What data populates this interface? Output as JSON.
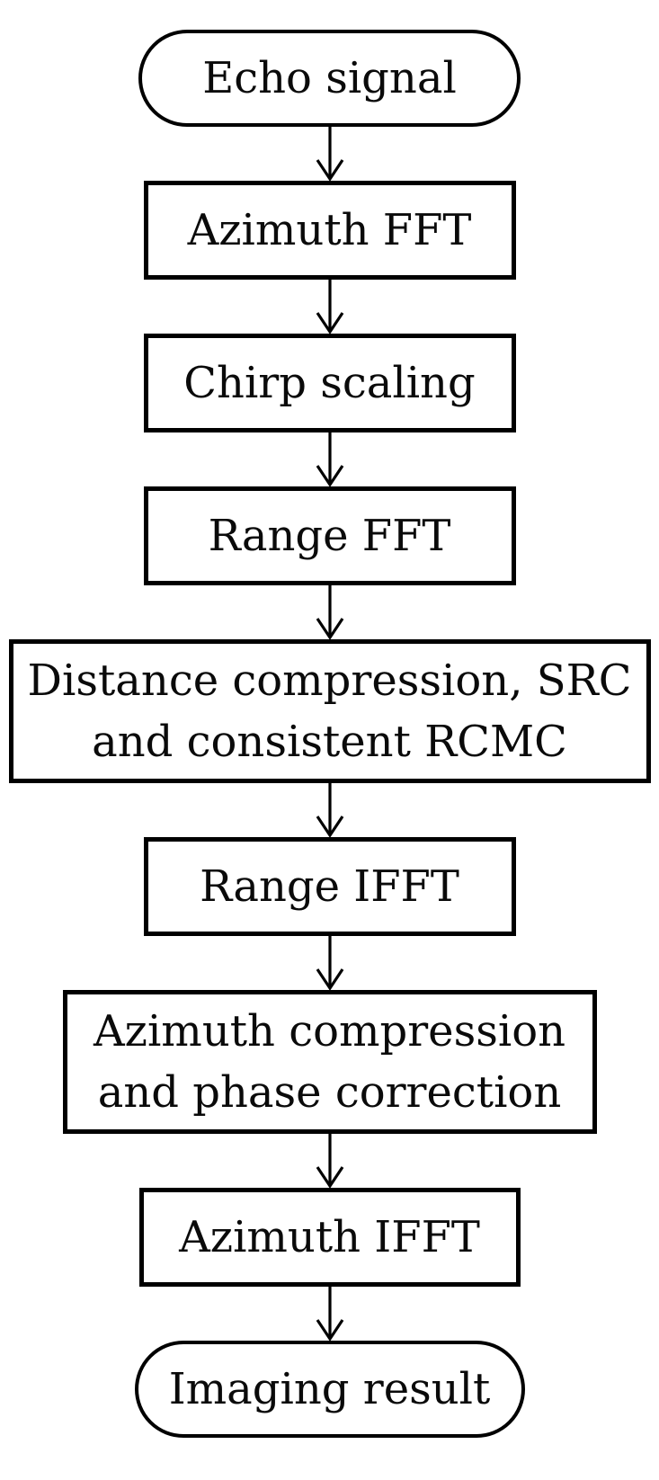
{
  "figure": {
    "type": "flowchart",
    "direction": "top-down",
    "colors": {
      "stroke": "#000000",
      "fill": "#ffffff",
      "text": "#0a0a0a",
      "background": "#ffffff"
    },
    "nodes": [
      {
        "id": "echo-signal",
        "shape": "stadium",
        "label": "Echo signal"
      },
      {
        "id": "azimuth-fft",
        "shape": "rectangle",
        "label": "Azimuth FFT"
      },
      {
        "id": "chirp-scaling",
        "shape": "rectangle",
        "label": "Chirp scaling"
      },
      {
        "id": "range-fft",
        "shape": "rectangle",
        "label": "Range FFT"
      },
      {
        "id": "distance-compression-src-rcmc",
        "shape": "rectangle",
        "label": "Distance compression, SRC\nand consistent RCMC"
      },
      {
        "id": "range-ifft",
        "shape": "rectangle",
        "label": "Range IFFT"
      },
      {
        "id": "azimuth-compression-phase",
        "shape": "rectangle",
        "label": "Azimuth compression\nand phase correction"
      },
      {
        "id": "azimuth-ifft",
        "shape": "rectangle",
        "label": "Azimuth IFFT"
      },
      {
        "id": "imaging-result",
        "shape": "stadium",
        "label": "Imaging result"
      }
    ],
    "edges": [
      {
        "from": "echo-signal",
        "to": "azimuth-fft"
      },
      {
        "from": "azimuth-fft",
        "to": "chirp-scaling"
      },
      {
        "from": "chirp-scaling",
        "to": "range-fft"
      },
      {
        "from": "range-fft",
        "to": "distance-compression-src-rcmc"
      },
      {
        "from": "distance-compression-src-rcmc",
        "to": "range-ifft"
      },
      {
        "from": "range-ifft",
        "to": "azimuth-compression-phase"
      },
      {
        "from": "azimuth-compression-phase",
        "to": "azimuth-ifft"
      },
      {
        "from": "azimuth-ifft",
        "to": "imaging-result"
      }
    ]
  }
}
